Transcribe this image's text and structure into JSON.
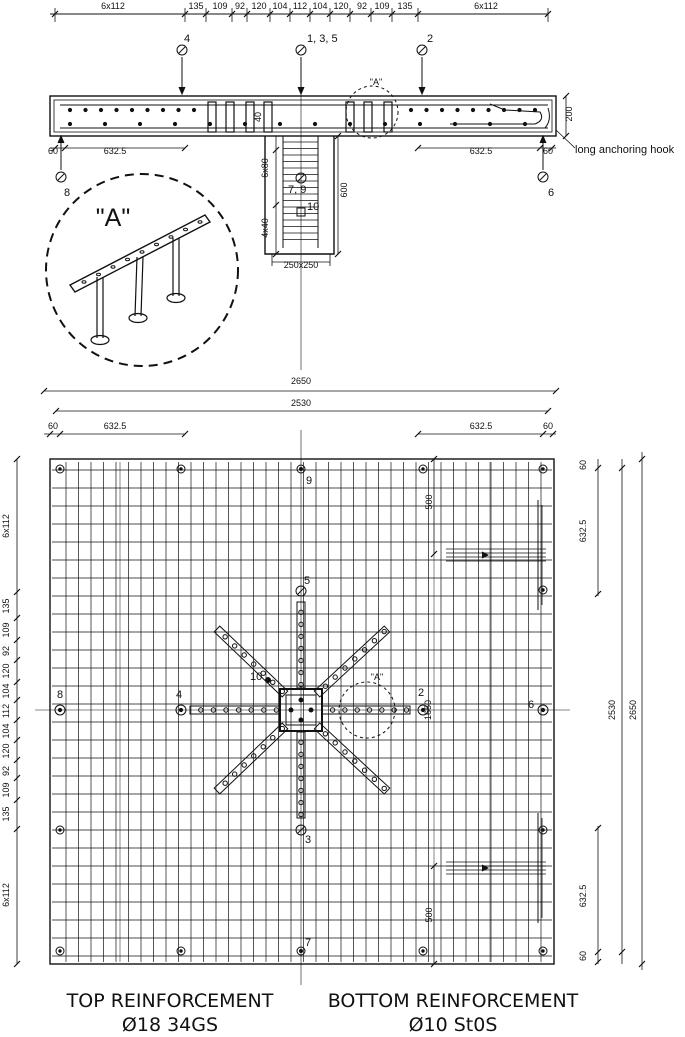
{
  "section": {
    "top_dims": [
      "6x112",
      "135",
      "109",
      "92",
      "120",
      "104",
      "112",
      "104",
      "120",
      "92",
      "109",
      "135",
      "6x112"
    ],
    "offsets": {
      "left_edge": "60",
      "left_span": "632.5",
      "right_span": "632.5",
      "right_edge": "60"
    },
    "thickness": "200",
    "stirrup_height": "40",
    "column_dims": {
      "spacing_a": "6x80",
      "spacing_b": "4x40",
      "height": "600",
      "size": "250x250"
    },
    "markers": {
      "left": "4",
      "center": "1, 3, 5",
      "right": "2",
      "bottom_left": "8",
      "bottom_right": "6",
      "column": "7, 9",
      "column_plate": "10"
    },
    "detail_ref": "\"A\"",
    "hook_label": "long anchoring hook"
  },
  "detail": {
    "title": "\"A\""
  },
  "plan": {
    "overall": "2650",
    "inner": "2530",
    "top_offsets": {
      "left_edge": "60",
      "left_span": "632.5",
      "right_span": "632.5",
      "right_edge": "60"
    },
    "left_dims": [
      "6x112",
      "135",
      "109",
      "92",
      "120",
      "104",
      "112",
      "104",
      "120",
      "92",
      "109",
      "135",
      "6x112"
    ],
    "right_dims": {
      "edge_top": "60",
      "span_top": "632.5",
      "span_bottom": "632.5",
      "edge_bottom": "60",
      "inner": "2530",
      "overall": "2650"
    },
    "inner_dims": {
      "top_500": "500",
      "bottom_500": "500",
      "center": "1650"
    },
    "markers": {
      "m9": "9",
      "m5": "5",
      "m10": "10",
      "m8": "8",
      "m4": "4",
      "m2": "2",
      "m6": "6",
      "m3": "3",
      "m7": "7",
      "detail": "\"A\""
    }
  },
  "captions": {
    "top_title": "TOP REINFORCEMENT",
    "top_spec": "Ø18 34GS",
    "bottom_title": "BOTTOM REINFORCEMENT",
    "bottom_spec": "Ø10 St0S"
  }
}
